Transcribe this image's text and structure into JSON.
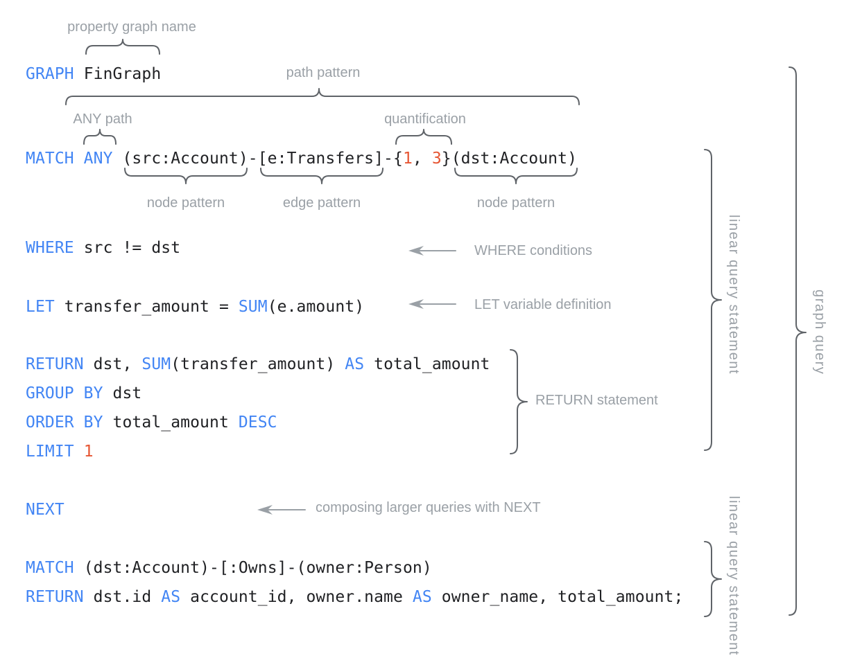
{
  "colors": {
    "keyword": "#4285F4",
    "number": "#E65532",
    "code_text": "#202124",
    "label": "#9AA0A6",
    "brace": "#5F6368",
    "arrow": "#9AA0A6"
  },
  "code": {
    "lines": [
      {
        "name": "graph-declaration",
        "segments": [
          [
            "kw",
            "GRAPH"
          ],
          [
            "pl",
            " FinGraph"
          ]
        ]
      },
      {
        "name": "match-any-path-pattern",
        "segments": [
          [
            "kw",
            "MATCH ANY"
          ],
          [
            "pl",
            " (src:Account)-[e:Transfers]-{"
          ],
          [
            "num",
            "1"
          ],
          [
            "pl",
            ", "
          ],
          [
            "num",
            "3"
          ],
          [
            "pl",
            "}(dst:Account)"
          ]
        ]
      },
      {
        "name": "where-clause",
        "segments": [
          [
            "kw",
            "WHERE"
          ],
          [
            "pl",
            " src != dst"
          ]
        ]
      },
      {
        "name": "let-clause",
        "segments": [
          [
            "kw",
            "LET"
          ],
          [
            "pl",
            " transfer_amount = "
          ],
          [
            "kw",
            "SUM"
          ],
          [
            "pl",
            "(e.amount)"
          ]
        ]
      },
      {
        "name": "return-clause",
        "segments": [
          [
            "kw",
            "RETURN"
          ],
          [
            "pl",
            " dst, "
          ],
          [
            "kw",
            "SUM"
          ],
          [
            "pl",
            "(transfer_amount) "
          ],
          [
            "kw",
            "AS"
          ],
          [
            "pl",
            " total_amount"
          ]
        ]
      },
      {
        "name": "group-by-clause",
        "segments": [
          [
            "kw",
            "GROUP BY"
          ],
          [
            "pl",
            " dst"
          ]
        ]
      },
      {
        "name": "order-by-clause",
        "segments": [
          [
            "kw",
            "ORDER BY"
          ],
          [
            "pl",
            " total_amount "
          ],
          [
            "kw",
            "DESC"
          ]
        ]
      },
      {
        "name": "limit-clause",
        "segments": [
          [
            "kw",
            "LIMIT"
          ],
          [
            "pl",
            " "
          ],
          [
            "num",
            "1"
          ]
        ]
      },
      {
        "name": "next-keyword",
        "segments": [
          [
            "kw",
            "NEXT"
          ]
        ]
      },
      {
        "name": "match-owns-pattern",
        "segments": [
          [
            "kw",
            "MATCH"
          ],
          [
            "pl",
            " (dst:Account)-[:Owns]-(owner:Person)"
          ]
        ]
      },
      {
        "name": "final-return-clause",
        "segments": [
          [
            "kw",
            "RETURN"
          ],
          [
            "pl",
            " dst.id "
          ],
          [
            "kw",
            "AS"
          ],
          [
            "pl",
            " account_id, owner.name "
          ],
          [
            "kw",
            "AS"
          ],
          [
            "pl",
            " owner_name, total_amount;"
          ]
        ]
      }
    ]
  },
  "annotations": {
    "property_graph_name": "property graph name",
    "path_pattern": "path pattern",
    "any_path": "ANY path",
    "quantification": "quantification",
    "node_pattern_left": "node pattern",
    "edge_pattern": "edge pattern",
    "node_pattern_right": "node pattern",
    "where_conditions": "WHERE conditions",
    "let_variable_definition": "LET variable definition",
    "return_statement": "RETURN statement",
    "composing_with_next": "composing larger queries with NEXT",
    "linear_query_statement_top": "linear query statement",
    "linear_query_statement_bottom": "linear query statement",
    "graph_query": "graph query"
  }
}
